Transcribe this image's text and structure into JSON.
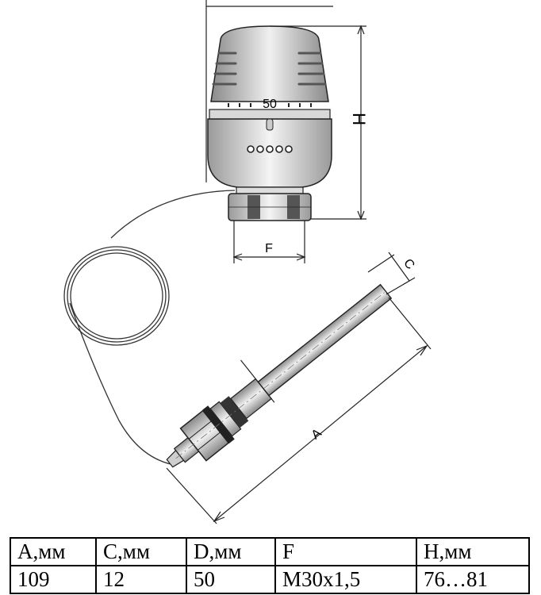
{
  "drawing": {
    "dial_marking": "50",
    "labels": {
      "H": "H",
      "F": "F",
      "C": "C",
      "A": "A"
    }
  },
  "table": {
    "headers": [
      "A,мм",
      "C,мм",
      "D,мм",
      "F",
      "H,мм"
    ],
    "values": [
      "109",
      "12",
      "50",
      "M30x1,5",
      "76…81"
    ]
  }
}
